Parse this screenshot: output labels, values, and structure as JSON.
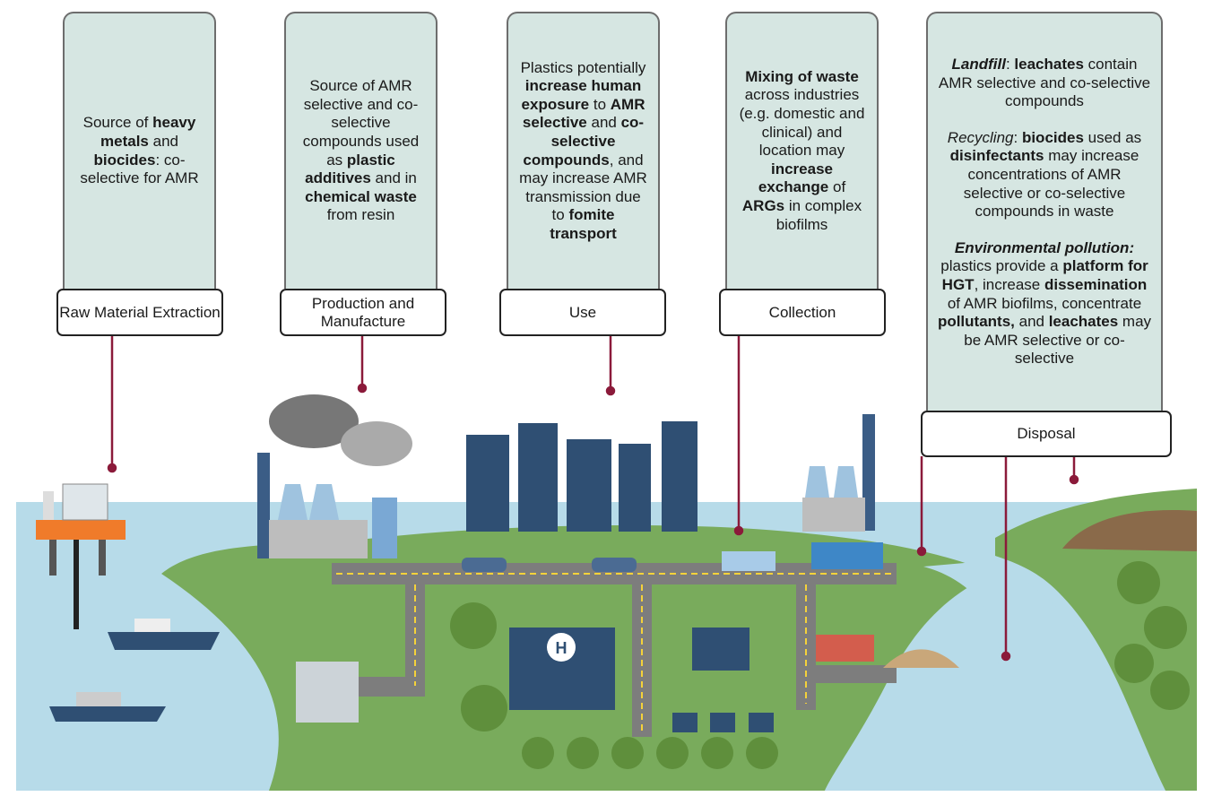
{
  "stages": [
    {
      "label": "Raw Material Extraction",
      "paragraphs": [
        [
          {
            "t": "Source of "
          },
          {
            "t": "heavy metals",
            "b": true
          },
          {
            "t": " and "
          },
          {
            "t": "biocides",
            "b": true
          },
          {
            "t": ": co-selective for AMR"
          }
        ]
      ]
    },
    {
      "label": "Production and Manufacture",
      "paragraphs": [
        [
          {
            "t": "Source of AMR selective and co-selective compounds used as "
          },
          {
            "t": "plastic additives",
            "b": true
          },
          {
            "t": " and in "
          },
          {
            "t": "chemical waste",
            "b": true
          },
          {
            "t": " from resin"
          }
        ]
      ]
    },
    {
      "label": "Use",
      "paragraphs": [
        [
          {
            "t": "Plastics potentially "
          },
          {
            "t": "increase human exposure",
            "b": true
          },
          {
            "t": " to "
          },
          {
            "t": "AMR selective",
            "b": true
          },
          {
            "t": " and "
          },
          {
            "t": "co-selective compounds",
            "b": true
          },
          {
            "t": ", and may increase AMR transmission due to "
          },
          {
            "t": "fomite transport",
            "b": true
          }
        ]
      ]
    },
    {
      "label": "Collection",
      "paragraphs": [
        [
          {
            "t": "Mixing of waste",
            "b": true
          },
          {
            "t": " across industries (e.g. domestic and clinical) and location may "
          },
          {
            "t": "increase exchange",
            "b": true
          },
          {
            "t": " of "
          },
          {
            "t": "ARGs",
            "b": true
          },
          {
            "t": " in complex biofilms"
          }
        ]
      ]
    },
    {
      "label": "Disposal",
      "paragraphs": [
        [
          {
            "t": "Landfill",
            "b": true,
            "i": true
          },
          {
            "t": ": "
          },
          {
            "t": "leachates",
            "b": true
          },
          {
            "t": " contain AMR selective and co-selective compounds"
          }
        ],
        [
          {
            "t": "Recycling",
            "i": true
          },
          {
            "t": ": "
          },
          {
            "t": "biocides",
            "b": true
          },
          {
            "t": " used as "
          },
          {
            "t": "disinfectants",
            "b": true
          },
          {
            "t": " may increase concentrations of AMR selective or co-selective compounds in waste"
          }
        ],
        [
          {
            "t": "Environmental pollution:",
            "b": true,
            "i": true
          },
          {
            "t": " plastics provide a "
          },
          {
            "t": "platform for HGT",
            "b": true
          },
          {
            "t": ", increase "
          },
          {
            "t": "dissemination",
            "b": true
          },
          {
            "t": " of AMR biofilms, concentrate "
          },
          {
            "t": "pollutants,",
            "b": true
          },
          {
            "t": " and "
          },
          {
            "t": "leachates",
            "b": true
          },
          {
            "t": " may be AMR selective or co-selective"
          }
        ]
      ]
    }
  ],
  "hospital_sign": "H",
  "colors": {
    "panel": "#d6e6e2",
    "connector": "#8b1a3a",
    "land": "#79ab5c",
    "water": "#b7dbe9",
    "road": "#7d7d7d",
    "building": "#2f4f73"
  }
}
